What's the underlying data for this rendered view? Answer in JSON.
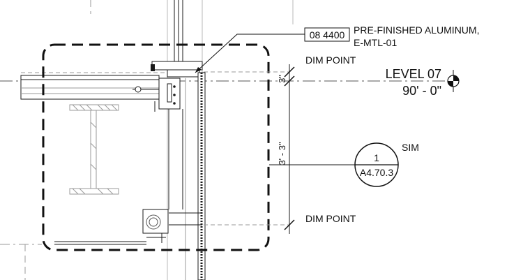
{
  "keynote": {
    "tag": "08 4400",
    "line1": "PRE-FINISHED ALUMINUM,",
    "line2": "E-MTL-01"
  },
  "dim_point_upper": "DIM POINT",
  "dim_point_lower": "DIM POINT",
  "level": {
    "name": "LEVEL 07",
    "elevation": "90' - 0\""
  },
  "dimensions": {
    "small": "3\"",
    "large": "3' - 3\""
  },
  "section_callout": {
    "number": "1",
    "sheet": "A4.70.3",
    "note": "SIM"
  }
}
